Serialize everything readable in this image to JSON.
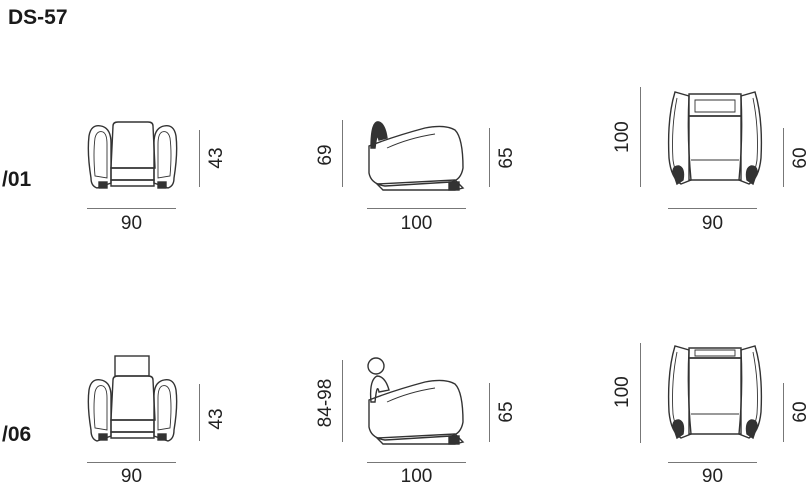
{
  "model": "DS-57",
  "rows": [
    {
      "variant": "/01",
      "front": {
        "width": "90",
        "height": "43"
      },
      "side": {
        "height_left": "69",
        "depth": "100",
        "height_right": "65"
      },
      "top": {
        "depth": "100",
        "width": "90",
        "height": "60"
      }
    },
    {
      "variant": "/06",
      "front": {
        "width": "90",
        "height": "43"
      },
      "side": {
        "height_left": "84-98",
        "depth": "100",
        "height_right": "65"
      },
      "top": {
        "depth": "100",
        "width": "90",
        "height": "60"
      }
    }
  ]
}
